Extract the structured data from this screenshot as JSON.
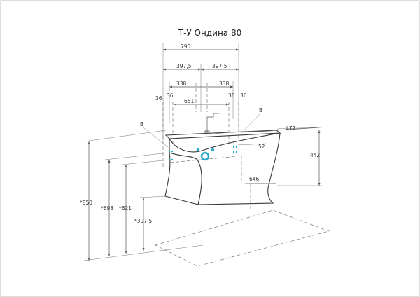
{
  "title": "Т-У Ондина 80",
  "colors": {
    "accent": "#2aa7c8",
    "line": "#555555",
    "frame": "#b8b8b8"
  },
  "dims": {
    "overall_width": "795",
    "half_left": "397,5",
    "half_right": "397,5",
    "inner_left": "338",
    "inner_right": "338",
    "side_left_outer": "36",
    "side_left_inner": "36",
    "side_right_inner": "36",
    "side_right_outer": "36",
    "basin_width": "651",
    "depth": "477",
    "height_442": "442",
    "dim_52": "52",
    "dim_646": "646",
    "h_850": "*850",
    "h_698": "*698",
    "h_621": "*621",
    "h_3975": "*397,5",
    "label_b_left": "B",
    "label_b_right": "B"
  }
}
